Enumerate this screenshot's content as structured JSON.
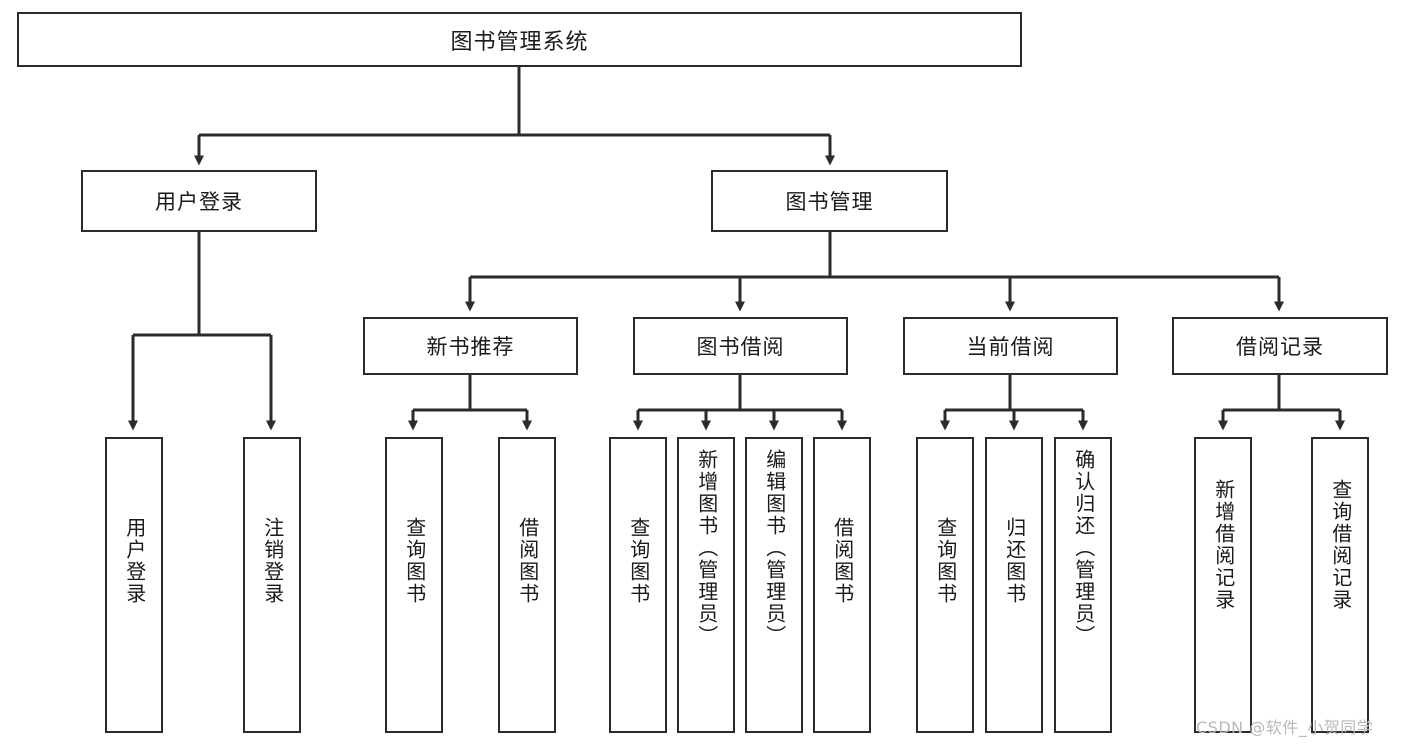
{
  "diagram": {
    "title": "图书管理系统",
    "type": "function-structure-tree",
    "watermark": "CSDN @软件_小贺同学",
    "colors": {
      "stroke": "#2b2b2b",
      "fill": "#ffffff",
      "text": "#1a1a1a",
      "watermark": "#b9b9b9"
    },
    "levels": {
      "root": {
        "label": "图书管理系统"
      },
      "level2": [
        {
          "label": "用户登录"
        },
        {
          "label": "图书管理"
        }
      ],
      "level3": [
        {
          "label": "新书推荐"
        },
        {
          "label": "图书借阅"
        },
        {
          "label": "当前借阅"
        },
        {
          "label": "借阅记录"
        }
      ],
      "leaves_user_login": [
        {
          "label": "用户登录"
        },
        {
          "label": "注销登录"
        }
      ],
      "leaves_new_book": [
        {
          "label": "查询图书"
        },
        {
          "label": "借阅图书"
        }
      ],
      "leaves_borrow": [
        {
          "label": "查询图书"
        },
        {
          "label": "新增图书（管理员）"
        },
        {
          "label": "编辑图书（管理员）"
        },
        {
          "label": "借阅图书"
        }
      ],
      "leaves_current": [
        {
          "label": "查询图书"
        },
        {
          "label": "归还图书"
        },
        {
          "label": "确认归还（管理员）"
        }
      ],
      "leaves_record": [
        {
          "label": "新增借阅记录"
        },
        {
          "label": "查询借阅记录"
        }
      ]
    }
  }
}
